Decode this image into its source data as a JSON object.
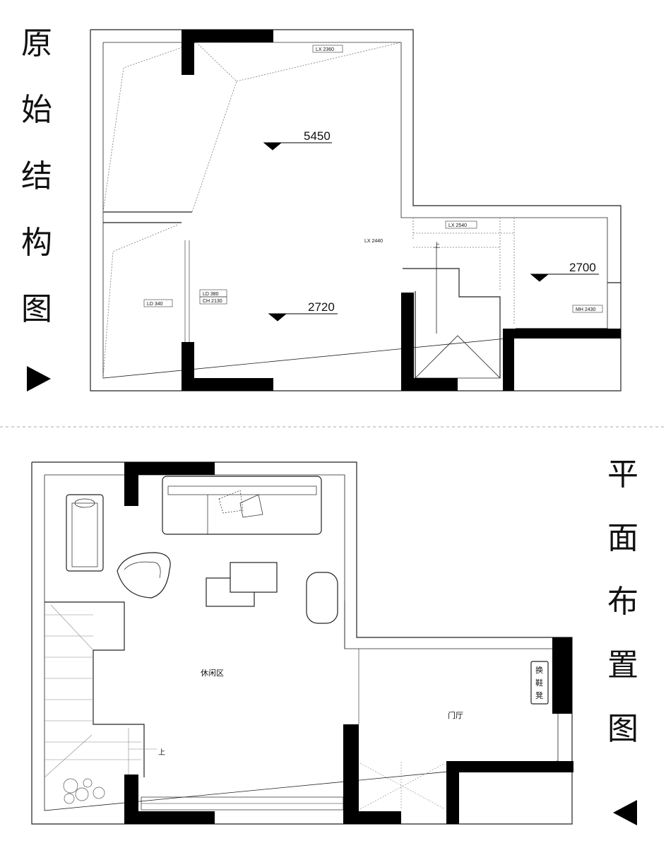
{
  "top_title": [
    "原",
    "始",
    "结",
    "构",
    "图"
  ],
  "bottom_title": [
    "平",
    "面",
    "布",
    "置",
    "图"
  ],
  "elevations": {
    "main_upper": "5450",
    "main_lower": "2720",
    "side": "2700"
  },
  "tags": {
    "lx_top": "LX  2360",
    "lx_mid": "LX  2540",
    "lx_vertical": "LX  2440",
    "ld_left": "LD  340",
    "ld_window": "LD  380",
    "ch_window": "CH  2130",
    "mh": "MH  2430"
  },
  "stair_marker": "上",
  "rooms": {
    "leisure": "休闲区",
    "foyer": "门厅",
    "shoe_cabinet": [
      "换",
      "鞋",
      "凳"
    ],
    "stair_up": "上"
  },
  "colors": {
    "wall": "#000000",
    "line": "#222222",
    "dashed": "#666666"
  }
}
